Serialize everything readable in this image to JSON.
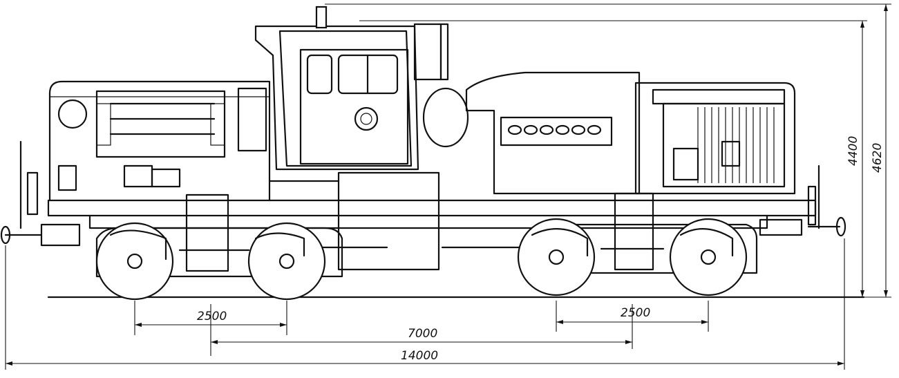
{
  "dimensions": {
    "wheelbase_left": "2500",
    "wheelbase_right": "2500",
    "bogie_centers": "7000",
    "overall_length": "14000",
    "height_cab": "4400",
    "height_total": "4620"
  }
}
